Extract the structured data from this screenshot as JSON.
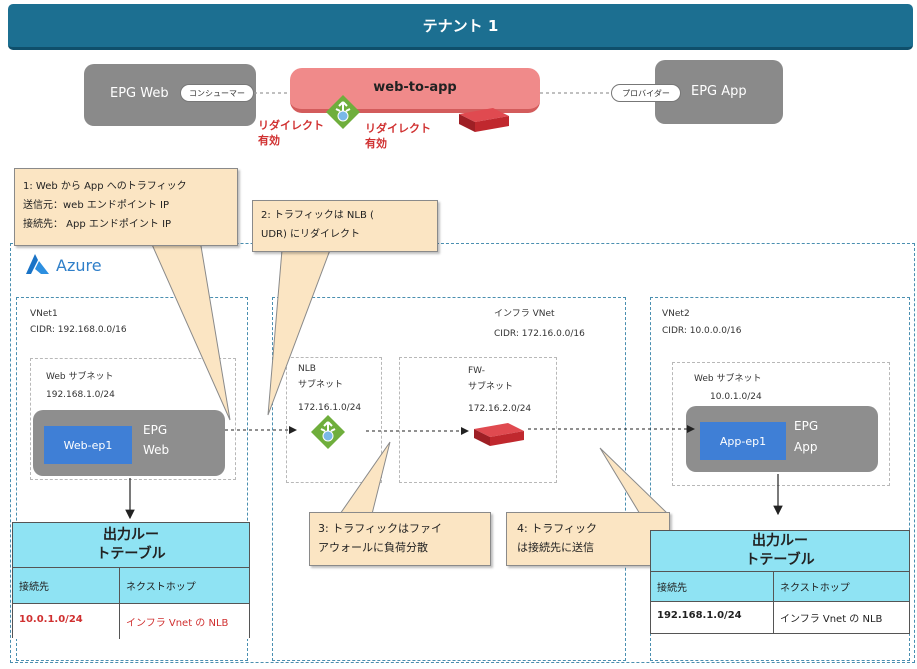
{
  "tenant": {
    "title": "テナント 1"
  },
  "epg_web_top": {
    "label": "EPG Web",
    "consumer_tag": "コンシューマー"
  },
  "contract": {
    "label": "web-to-app"
  },
  "epg_app_top": {
    "label": "EPG App",
    "provider_tag": "プロバイダー"
  },
  "redirect_labels": {
    "left": "リダイレクト有効",
    "right": "リダイレクト有効"
  },
  "callouts": {
    "c1": {
      "line1": "1: Web から App へのトラフィック",
      "line2": "送信元：web エンドポイント IP",
      "line3": "接続先： App エンドポイント IP"
    },
    "c2": {
      "line1": "2: トラフィックは NLB (",
      "line2": "UDR) にリダイレクト"
    },
    "c3": {
      "line1": "3: トラフィックはファイ",
      "line2": "アウォールに負荷分散"
    },
    "c4": {
      "line1": "4: トラフィック",
      "line2": "は接続先に送信"
    }
  },
  "azure": {
    "label": "Azure"
  },
  "vnet1": {
    "name": "VNet1",
    "cidr": "CIDR: 192.168.0.0/16",
    "subnet": {
      "name": "Web サブネット",
      "cidr": "192.168.1.0/24"
    },
    "endpoint": "Web-ep1",
    "epg_line1": "EPG",
    "epg_line2": "Web"
  },
  "infra": {
    "name": "インフラ VNet",
    "cidr": "CIDR: 172.16.0.0/16",
    "nlb_subnet": {
      "line1": "NLB",
      "line2": "サブネット",
      "cidr": "172.16.1.0/24"
    },
    "fw_subnet": {
      "line1": "FW-",
      "line2": "サブネット",
      "cidr": "172.16.2.0/24"
    }
  },
  "vnet2": {
    "name": "VNet2",
    "cidr": "CIDR: 10.0.0.0/16",
    "subnet": {
      "name": "Web サブネット",
      "cidr": "10.0.1.0/24"
    },
    "endpoint": "App-ep1",
    "epg_line1": "EPG",
    "epg_line2": "App"
  },
  "route_left": {
    "title_line1": "出力ルー",
    "title_line2": "トテーブル",
    "col_dest": "接続先",
    "col_hop": "ネクストホップ",
    "dest": "10.0.1.0/24",
    "hop": "インフラ Vnet の NLB"
  },
  "route_right": {
    "title_line1": "出力ルー",
    "title_line2": "トテーブル",
    "col_dest": "接続先",
    "col_hop": "ネクストホップ",
    "dest": "192.168.1.0/24",
    "hop": "インフラ Vnet の NLB"
  },
  "colors": {
    "tenant_bar": "#1c6f91",
    "contract": "#f08a8a",
    "redirect_text": "#d03030",
    "callout_fill": "#fbe5c3",
    "endpoint": "#3f7fd6",
    "route_header": "#8fe3f3",
    "azure_border": "#4a8fb0",
    "nlb_icon": "#6fae3c",
    "firewall_icon": "#c0282e"
  },
  "icons": [
    "azure-logo-icon",
    "load-balancer-icon",
    "firewall-icon"
  ]
}
